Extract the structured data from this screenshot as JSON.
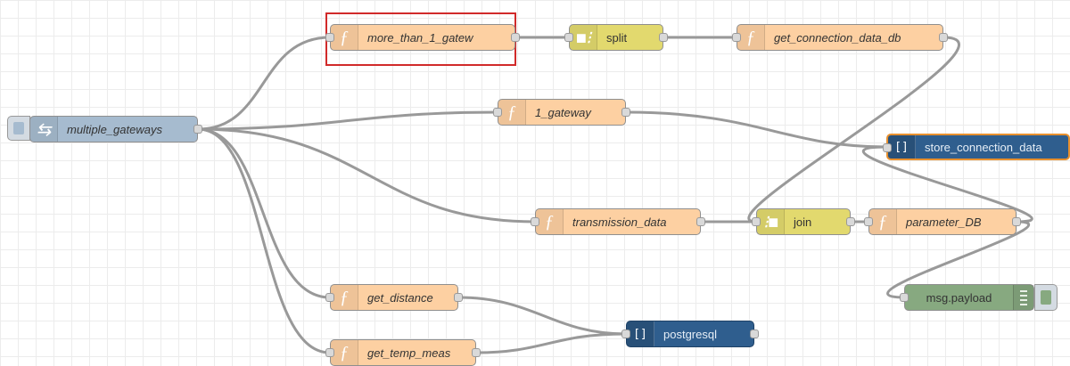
{
  "nodes": {
    "multiple_gateways": {
      "label": "multiple_gateways",
      "icon": "inject-arrows-icon"
    },
    "more_than_1_gatew": {
      "label": "more_than_1_gatew",
      "icon": "function-icon"
    },
    "split": {
      "label": "split",
      "icon": "split-icon"
    },
    "get_connection_data_db": {
      "label": "get_connection_data_db",
      "icon": "function-icon"
    },
    "f_gateway": {
      "label": "1_gateway",
      "icon": "function-icon"
    },
    "store_connection_data": {
      "label": "store_connection_data",
      "icon": "database-icon"
    },
    "transmission_data": {
      "label": "transmission_data",
      "icon": "function-icon"
    },
    "join": {
      "label": "join",
      "icon": "join-icon"
    },
    "parameter_DB": {
      "label": "parameter_DB",
      "icon": "function-icon"
    },
    "msg_payload": {
      "label": "msg.payload",
      "icon": "debug-icon"
    },
    "get_distance": {
      "label": "get_distance",
      "icon": "function-icon"
    },
    "postgresql": {
      "label": "postgresql",
      "icon": "database-icon"
    },
    "get_temp_meas": {
      "label": "get_temp_meas",
      "icon": "function-icon"
    }
  },
  "selected_node": "more_than_1_gatew",
  "colors": {
    "function": "#fdd0a2",
    "inject": "#a6bbcf",
    "split_join": "#e2d96e",
    "database": "#2f5e8e",
    "debug": "#87a980",
    "wire": "#999999",
    "selection": "#d12a2a"
  }
}
